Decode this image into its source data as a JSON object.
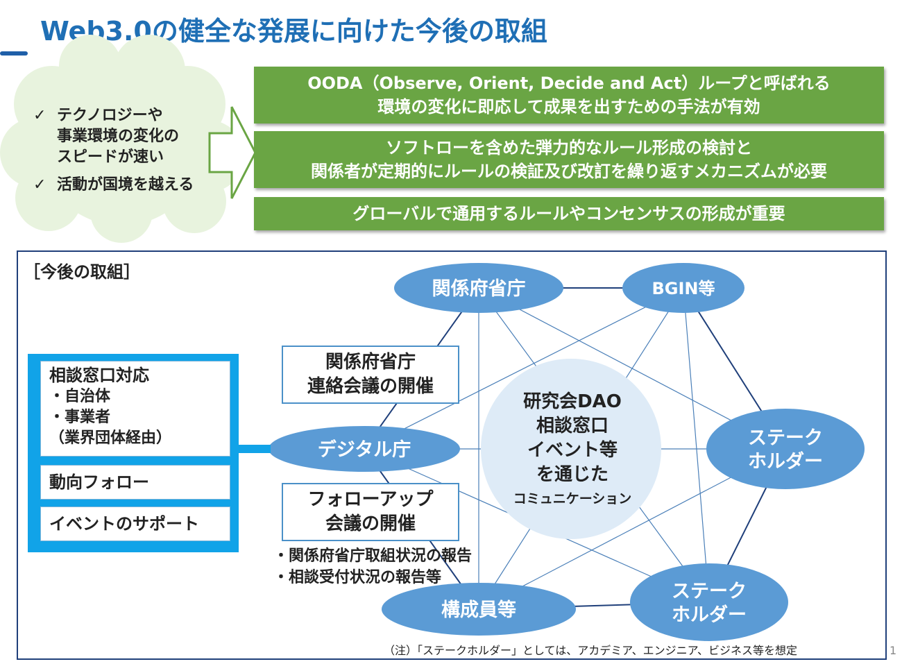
{
  "title": "Web3.0の健全な発展に向けた今後の取組",
  "cloud": {
    "items": [
      {
        "mark": "✓",
        "text": "テクノロジーや\n事業環境の変化の\nスピードが速い"
      },
      {
        "mark": "✓",
        "text": "活動が国境を越える"
      }
    ]
  },
  "green_boxes": [
    {
      "line1": "OODA（Observe, Orient, Decide and Act）ループと呼ばれる",
      "line2": "環境の変化に即応して成果を出すための手法が有効"
    },
    {
      "line1": "ソフトローを含めた弾力的なルール形成の検討と",
      "line2": "関係者が定期的にルールの検証及び改訂を繰り返すメカニズムが必要"
    },
    {
      "line1": "グローバルで通用するルールやコンセンサスの形成が重要"
    }
  ],
  "section_label": "［今後の取組］",
  "left_panel": {
    "box1": {
      "head": "相談窓口対応",
      "items": [
        "・自治体",
        "・事業者",
        "（業界団体経由）"
      ]
    },
    "box2": "動向フォロー",
    "box3": "イベントのサポート"
  },
  "meetings": {
    "box1": {
      "line1": "関係府省庁",
      "line2": "連絡会議の開催"
    },
    "box2": {
      "line1": "フォローアップ",
      "line2": "会議の開催"
    },
    "notes": [
      "・関係府省庁取組状況の報告",
      "・相談受付状況の報告等"
    ]
  },
  "nodes": {
    "ministries": "関係府省庁",
    "bgin": "BGIN等",
    "digital": "デジタル庁",
    "stakeholder1": {
      "line1": "ステーク",
      "line2": "ホルダー"
    },
    "stakeholder2": {
      "line1": "ステーク",
      "line2": "ホルダー"
    },
    "members": "構成員等"
  },
  "center": {
    "lines": [
      "研究会DAO",
      "相談窓口",
      "イベント等",
      "を通じた"
    ],
    "small": "コミュニケーション"
  },
  "footnote": "（注）「ステークホルダー」としては、アカデミア、エンジニア、ビジネス等を想定",
  "page_number": "1",
  "colors": {
    "title": "#1f6fb5",
    "green_box": "#6aa544",
    "cloud": "#e8f3de",
    "node_fill": "#5b9bd5",
    "left_panel": "#11a3e8",
    "center_circle": "#deebf7"
  }
}
